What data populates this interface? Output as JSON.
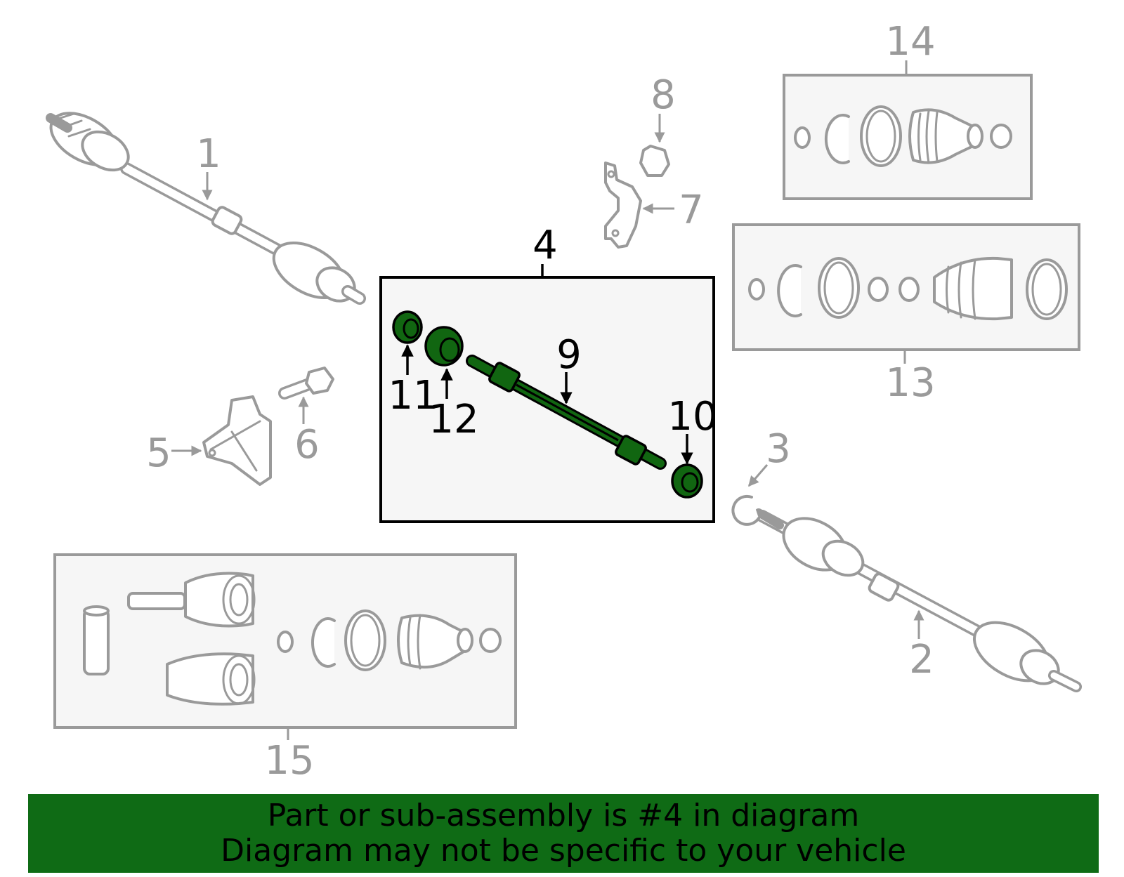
{
  "callouts": {
    "c1": "1",
    "c2": "2",
    "c3": "3",
    "c4": "4",
    "c5": "5",
    "c6": "6",
    "c7": "7",
    "c8": "8",
    "c9": "9",
    "c10": "10",
    "c11": "11",
    "c12": "12",
    "c13": "13",
    "c14": "14",
    "c15": "15"
  },
  "highlight_color": "#0f6b15",
  "banner": {
    "line1": "Part or sub-assembly is #4 in diagram",
    "line2": "Diagram may not be specific to your vehicle"
  }
}
